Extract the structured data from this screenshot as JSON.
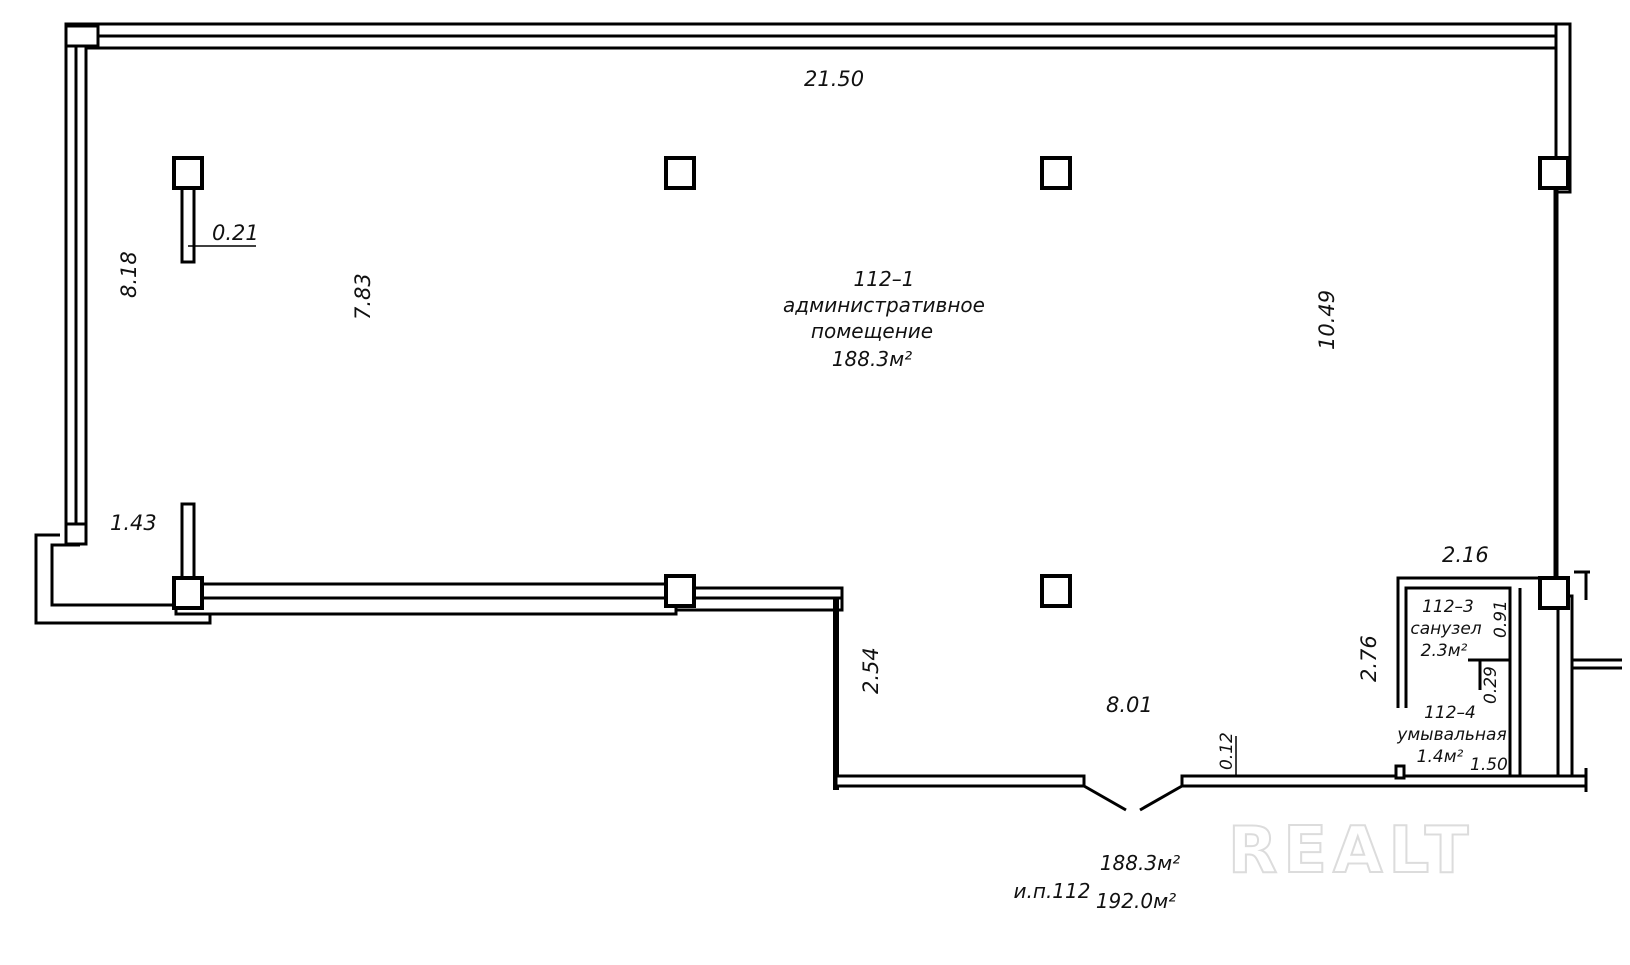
{
  "dimensions": {
    "top_length": "21.50",
    "left_height": "8.18",
    "inner_height": "7.83",
    "right_height": "10.49",
    "column_stub": "0.21",
    "left_stub": "1.43",
    "lower_left_height": "2.54",
    "bottom_width": "8.01",
    "wc_width": "2.16",
    "wc_height": "2.76",
    "wc_side": "0.91",
    "wash_side": "0.29",
    "door_offset": "0.12",
    "wash_width": "1.50"
  },
  "rooms": {
    "main": {
      "code": "112–1",
      "name_line1": "административное",
      "name_line2": "помещение",
      "area": "188.3м²"
    },
    "wc": {
      "code": "112–3",
      "name": "санузел",
      "area": "2.3м²"
    },
    "wash": {
      "code": "112–4",
      "name": "умывальная",
      "area": "1.4м²"
    }
  },
  "totals": {
    "area_main": "188.3м²",
    "unit_label": "и.п.112",
    "area_total": "192.0м²"
  },
  "watermark": "REALT"
}
